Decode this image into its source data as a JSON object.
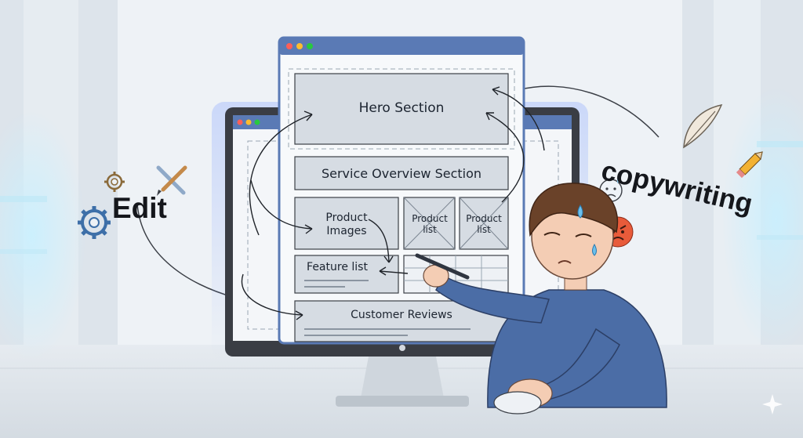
{
  "labels": {
    "edit": "Edit",
    "copywriting": "copywriting"
  },
  "wireframe": {
    "hero": "Hero Section",
    "service_overview": "Service Overview Section",
    "product_images": "Product\nImages",
    "product_list_1": "Product\nlist",
    "product_list_2": "Product\nlist",
    "feature_list": "Feature list",
    "customer_reviews": "Customer Reviews"
  },
  "colors": {
    "monitor_bezel": "#3a3d44",
    "window_chrome": "#5a7ab5",
    "wireframe_box": "#d6dce3",
    "person_shirt": "#4b6da6",
    "angry_emoji": "#e85b3a",
    "worried_emoji": "#eef3f8"
  },
  "icons": [
    "gear-icon",
    "brush-pencil-icon",
    "feather-quill-icon",
    "pencil-icon",
    "worried-emoji-icon",
    "angry-emoji-icon",
    "sweat-drop-icon",
    "stylus-pen-icon",
    "mouse-icon",
    "sparkle-icon"
  ]
}
